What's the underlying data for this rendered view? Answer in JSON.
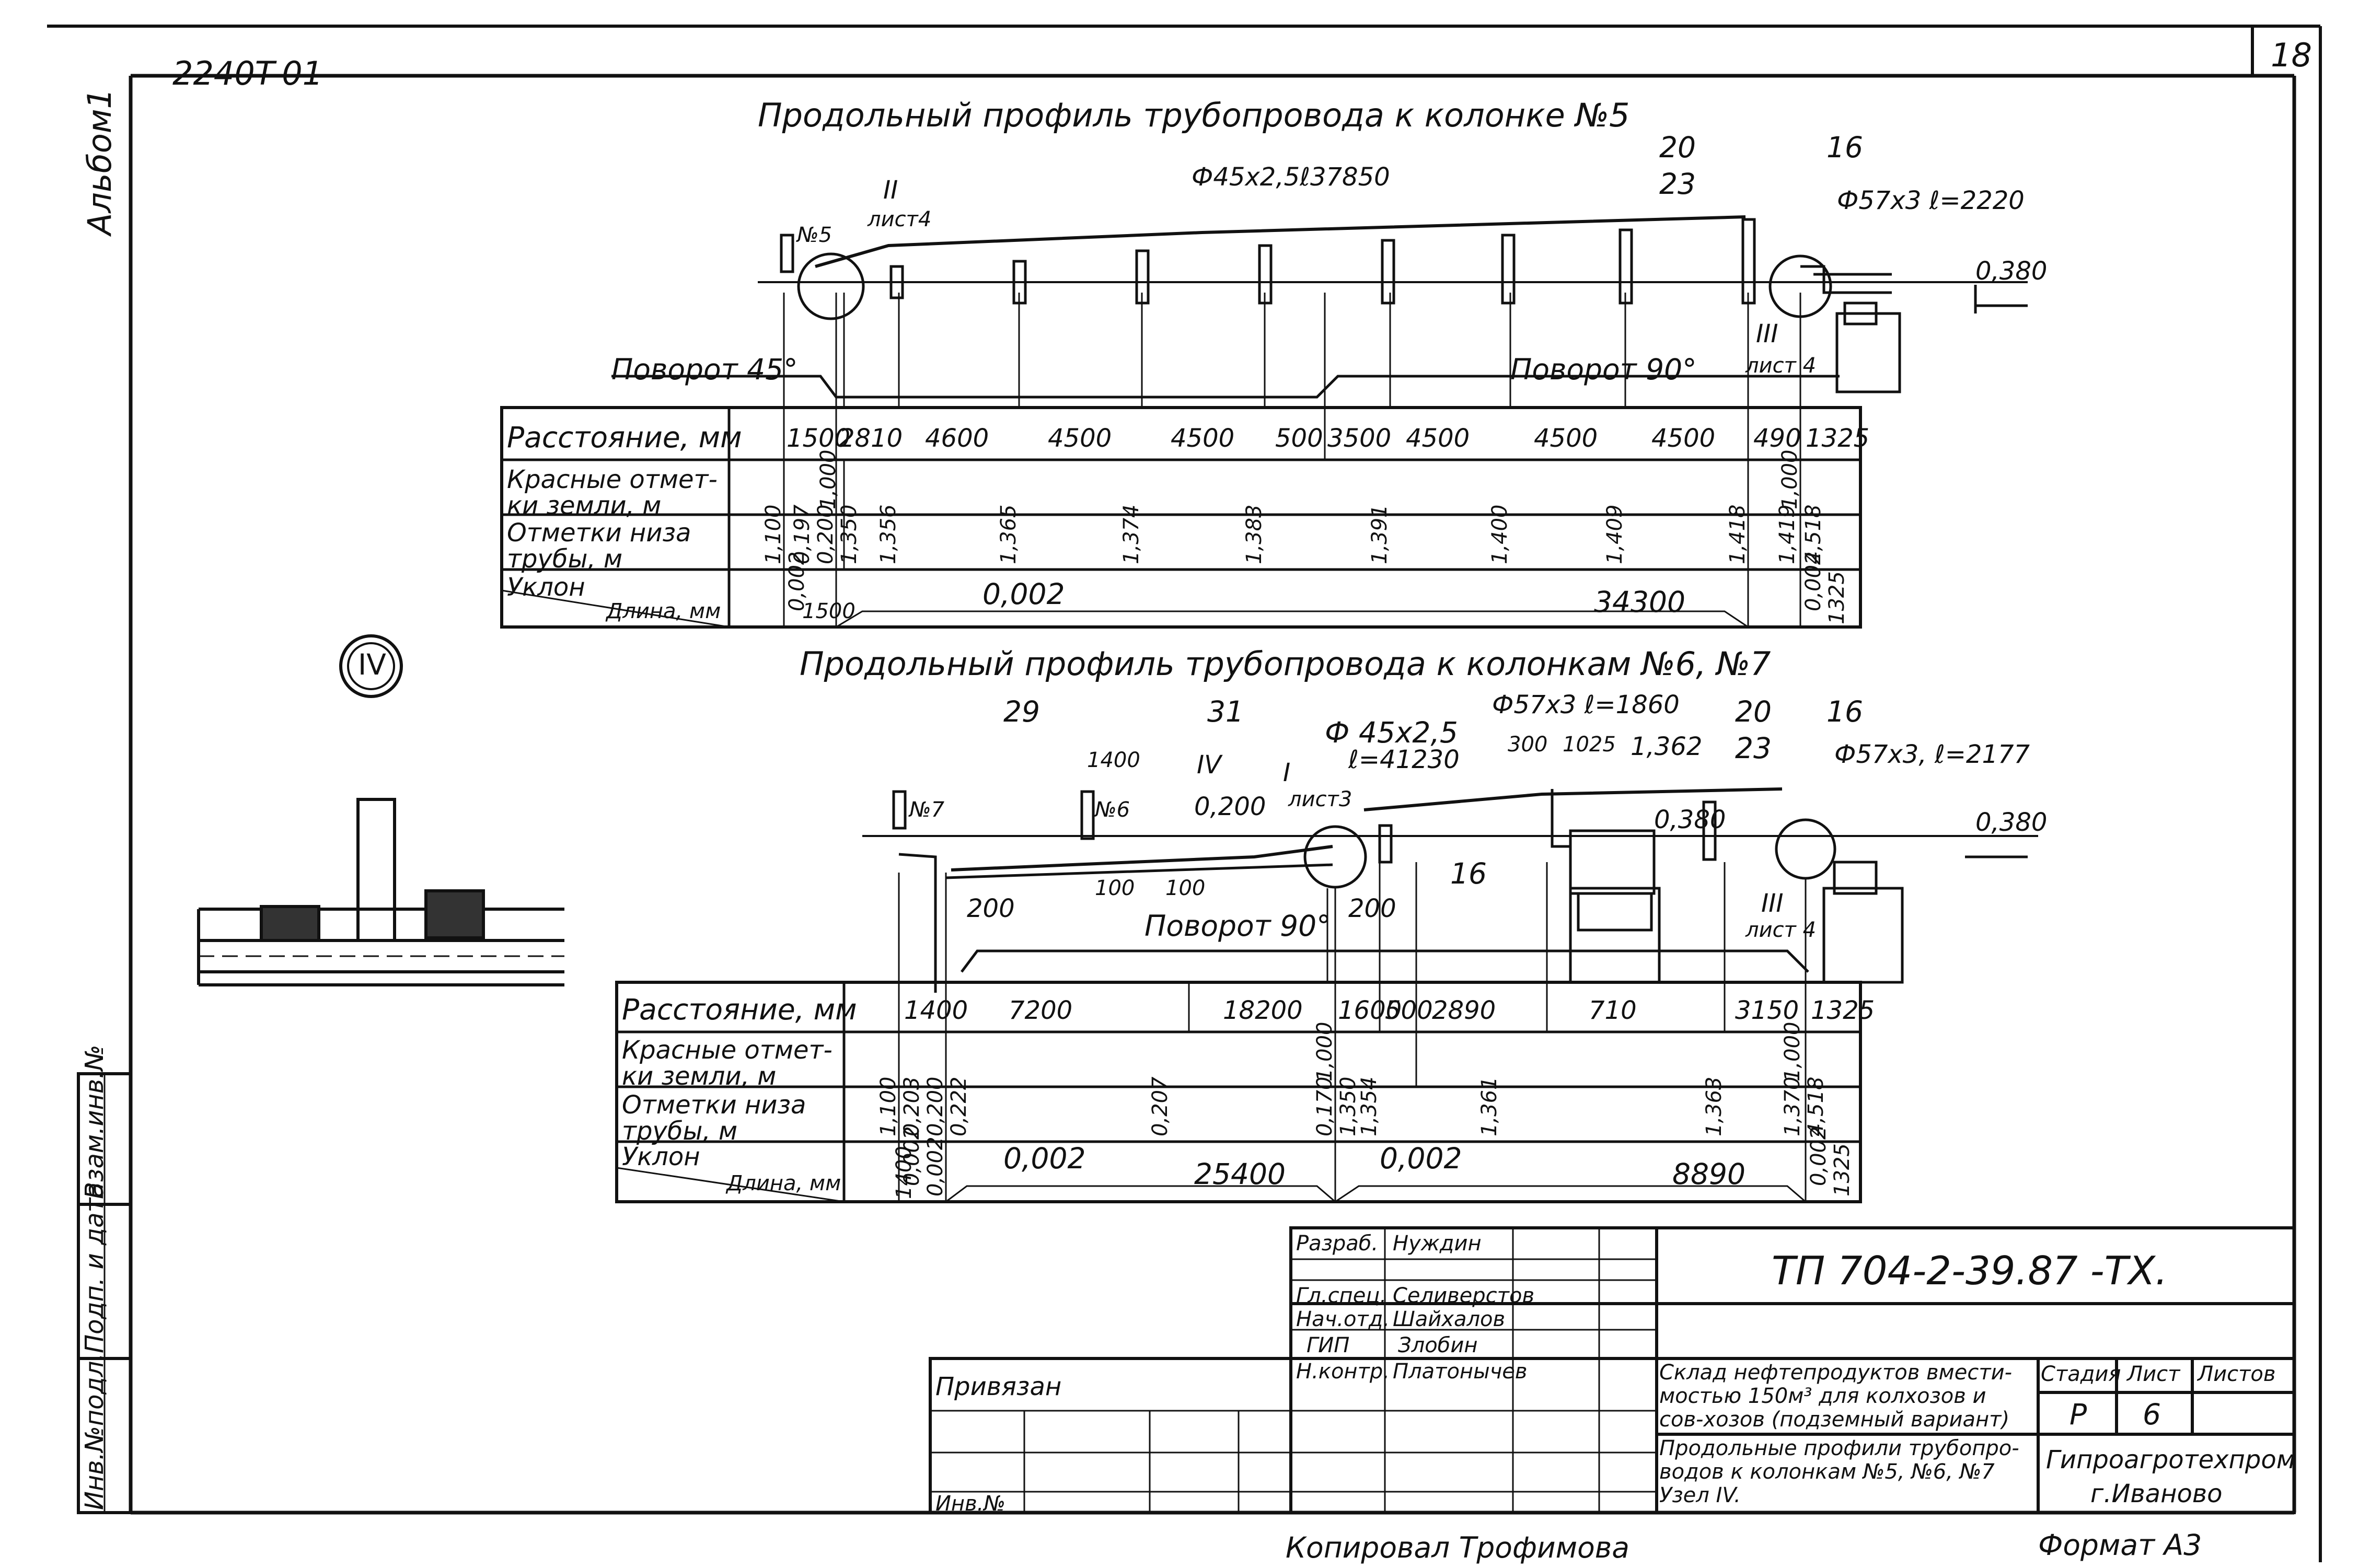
{
  "header": {
    "code": "2240T-01",
    "album": "Альбом1",
    "sheet_number": "18"
  },
  "profile1": {
    "title": "Продольный профиль трубопровода к колонке №5",
    "pipe_label": "Ф45х2,5ℓ37850",
    "pipe_end_label": "Ф57х3 ℓ=2220",
    "callout_20": "20",
    "callout_23": "23",
    "callout_16": "16",
    "column_label": "№5",
    "node_II": "II",
    "node_II_sheet": "лист4",
    "node_III": "III",
    "node_III_sheet": "лист 4",
    "mark_0380": "0,380",
    "turn_left": "Поворот 45°",
    "turn_right": "Поворот 90°",
    "row_labels": [
      "Расстояние, мм",
      "Красные отмет-ки земли, м",
      "Отметки низа трубы, м",
      "Уклон",
      "Длина, мм"
    ],
    "distances": [
      "1500",
      "2810",
      "4600",
      "4500",
      "4500",
      "500",
      "3500",
      "4500",
      "4500",
      "4500",
      "490",
      "1325"
    ],
    "ground_marks": [
      "1,000",
      "1,000"
    ],
    "pipe_marks": [
      "1,100",
      "0,197",
      "0,200",
      "1,350",
      "1,356",
      "1,365",
      "1,374",
      "1,383",
      "1,391",
      "1,400",
      "1,409",
      "1,418",
      "1,419",
      "4,518"
    ],
    "slope_values": [
      "0,002",
      "0,002",
      "0,002"
    ],
    "length_values": [
      "1500",
      "34300",
      "1325"
    ]
  },
  "detail": {
    "node_mark": "IV"
  },
  "profile2": {
    "title": "Продольный профиль трубопровода к колонкам №6, №7",
    "callout_29": "29",
    "callout_31": "31",
    "pipe_label_1": "Ф 45х2,5",
    "pipe_label_1b": "ℓ=41230",
    "pipe_label_2": "Ф57х3 ℓ=1860",
    "pipe_label_3": "Ф57х3, ℓ=2177",
    "callout_20": "20",
    "callout_23": "23",
    "callout_16": "16",
    "callout_16b": "16",
    "col_7": "№7",
    "col_6": "№6",
    "dim_1400": "1400",
    "node_IV": "IV",
    "node_I": "I",
    "node_I_sheet": "лист3",
    "mark_0200": "0,200",
    "dim_300": "300",
    "dim_1025": "1025",
    "mark_1362": "1,362",
    "mark_0380a": "0,380",
    "mark_0380b": "0,380",
    "dim_100a": "100",
    "dim_100b": "100",
    "dim_200a": "200",
    "dim_200b": "200",
    "turn": "Поворот 90°",
    "node_III": "III",
    "node_III_sheet": "лист 4",
    "row_labels": [
      "Расстояние, мм",
      "Красные отмет-ки земли, м",
      "Отметки низа трубы, м",
      "Уклон",
      "Длина, мм"
    ],
    "distances": [
      "1400",
      "7200",
      "18200",
      "1600",
      "500",
      "2890",
      "710",
      "3150",
      "1325"
    ],
    "ground_marks": [
      "1,000",
      "1,000"
    ],
    "pipe_marks": [
      "1,100",
      "0,203",
      "0,200",
      "0,222",
      "0,207",
      "0,170",
      "1,350",
      "1,354",
      "1,361",
      "1,363",
      "1,370",
      "4,518"
    ],
    "slope_values": [
      "0,002",
      "0,002",
      "0,002",
      "0,002",
      "0,002"
    ],
    "length_values": [
      "1400",
      "25400",
      "8890",
      "1325"
    ]
  },
  "side_stamp": [
    "Инв.№подл.",
    "Подп. и дата",
    "Взам.инв.№"
  ],
  "title_block": {
    "roles": [
      "Разраб.",
      "Гл.спец.",
      "Нач.отд.",
      "ГИП",
      "Н.контр."
    ],
    "names": [
      "Нуждин",
      "Селиверстов",
      "Шайхалов",
      "Злобин",
      "Платонычев"
    ],
    "dates": [
      "",
      "",
      "",
      "",
      ""
    ],
    "doc_code": "ТП 704-2-39.87 -ТХ.",
    "project": "Склад нефтепродуктов вмести-мостью 150м³ для колхозов и сов-хозов (подземный вариант)",
    "sheet_title": "Продольные профили трубопро-водов к колонкам №5, №6, №7 Узел IV.",
    "stage_label": "Стадия",
    "sheet_label": "Лист",
    "sheets_label": "Листов",
    "stage_value": "Р",
    "sheet_value": "6",
    "org": "Гипроагротехпром",
    "city": "г.Иваново",
    "bound": "Привязан",
    "inv_no": "Инв.№"
  },
  "footer": {
    "copied": "Копировал Трофимова",
    "format": "Формат А3"
  }
}
